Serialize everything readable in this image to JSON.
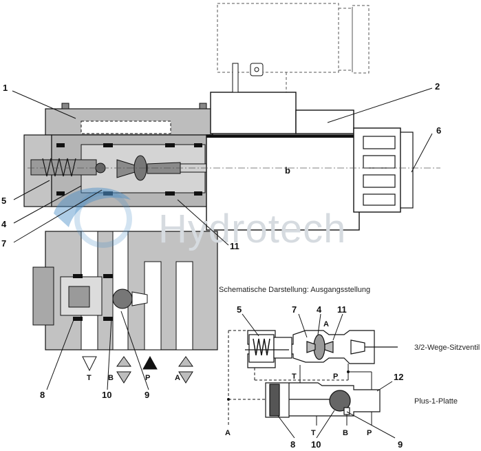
{
  "callouts": {
    "c1": "1",
    "c2": "2",
    "c4": "4",
    "c5": "5",
    "c6": "6",
    "c7": "7",
    "c8": "8",
    "c9": "9",
    "c10": "10",
    "c11": "11",
    "b": "b"
  },
  "ports_main": {
    "T": "T",
    "B": "B",
    "P": "P",
    "A": "A"
  },
  "watermark": "Hydrotech",
  "schematic": {
    "title": "Schematische Darstellung: Ausgangsstellung",
    "valve_label": "3/2-Wege-Sitzventil",
    "plate_label": "Plus-1-Platte",
    "callouts": {
      "c5": "5",
      "c7": "7",
      "c4": "4",
      "c11": "11",
      "c12": "12",
      "c8": "8",
      "c10": "10",
      "c9": "9"
    },
    "ports": {
      "A_top": "A",
      "T_top": "T",
      "P_top": "P",
      "A": "A",
      "T": "T",
      "B": "B",
      "P": "P"
    }
  },
  "colors": {
    "body_gray": "#b9b9b9",
    "dark_gray": "#7a7a7a",
    "line": "#111111",
    "watermark": "#d6dbe0",
    "watermark_accent": "#4a8fc7"
  }
}
